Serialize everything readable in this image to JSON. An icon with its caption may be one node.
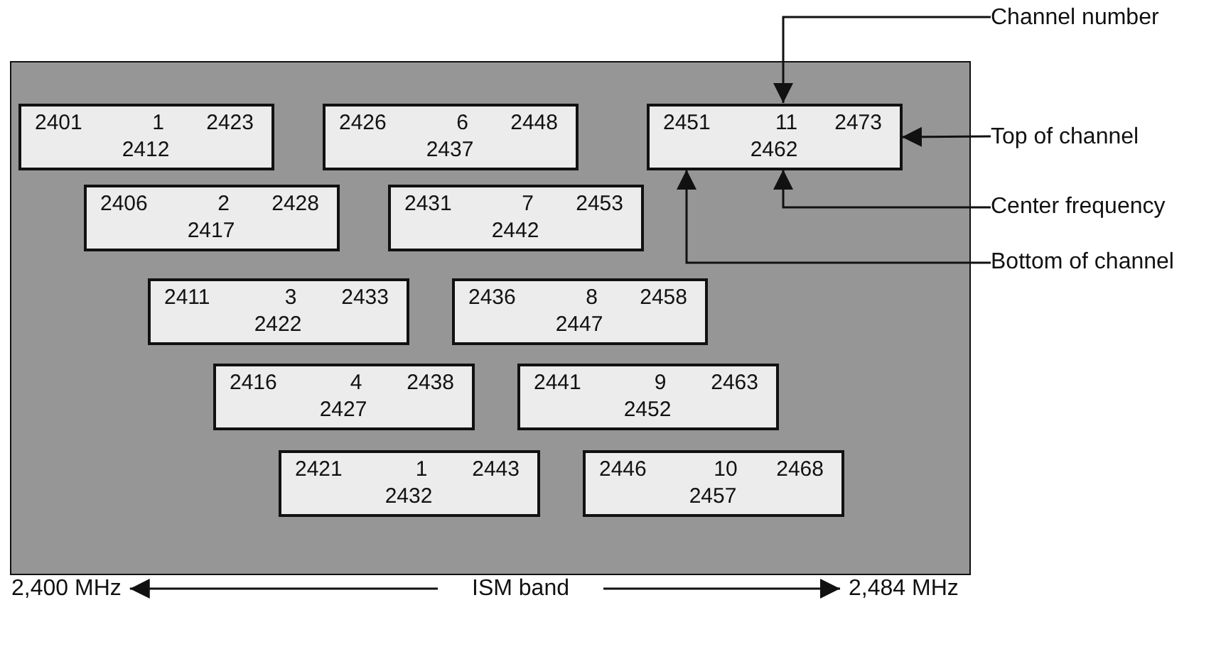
{
  "diagram": {
    "nodes": [
      {
        "text": [],
        "shape": "box"
      },
      {
        "text": [
          "2401",
          "1",
          "2423",
          "2412"
        ],
        "in": 0
      },
      {
        "text": [
          "2426",
          "6",
          "2448",
          "2437"
        ],
        "in": 0
      },
      {
        "text": [
          "2451",
          "11",
          "2473",
          "2462"
        ],
        "in": 0
      },
      {
        "text": [
          "2406",
          "2",
          "2428",
          "2417"
        ],
        "in": 0
      },
      {
        "text": [
          "2431",
          "7",
          "2453",
          "2442"
        ],
        "in": 0
      },
      {
        "text": [
          "2411",
          "3",
          "2433",
          "2422"
        ],
        "in": 0
      },
      {
        "text": [
          "2436",
          "8",
          "2458",
          "2447"
        ],
        "in": 0
      },
      {
        "text": [
          "2416",
          "4",
          "2438",
          "2427"
        ],
        "in": 0
      },
      {
        "text": [
          "2441",
          "9",
          "2463",
          "2452"
        ],
        "in": 0
      },
      {
        "text": [
          "2421",
          "1",
          "2443",
          "2432"
        ],
        "in": 0
      },
      {
        "text": [
          "2446",
          "10",
          "2468",
          "2457"
        ],
        "in": 0
      },
      {
        "text": [
          "Channel number"
        ]
      },
      {
        "text": [
          "Top of channel"
        ]
      },
      {
        "text": [
          "Center frequency"
        ]
      },
      {
        "text": [
          "Bottom of channel"
        ]
      },
      {
        "text": [
          "2,400 MHz"
        ]
      },
      {
        "text": [
          "ISM band"
        ]
      },
      {
        "text": [
          "2,484 MHz"
        ]
      }
    ],
    "edges": [
      {
        "from": 12,
        "to": 3,
        "arrow": "to"
      },
      {
        "from": 13,
        "to": 3,
        "arrow": "to"
      },
      {
        "from": 14,
        "to": 3,
        "arrow": "to"
      },
      {
        "from": 15,
        "to": 3,
        "arrow": "to"
      },
      {
        "from": 17,
        "to": 16,
        "arrow": "to"
      },
      {
        "from": 17,
        "to": 18,
        "arrow": "to"
      }
    ]
  }
}
